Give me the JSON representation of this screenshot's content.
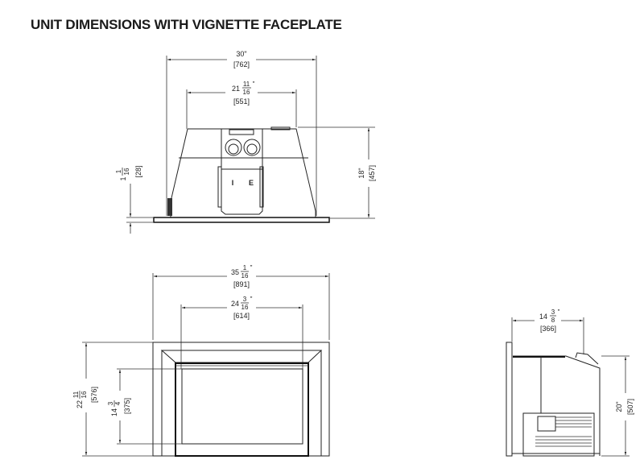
{
  "title": "UNIT DIMENSIONS WITH VIGNETTE FACEPLATE",
  "top_view": {
    "overall_width": {
      "whole": "30\"",
      "metric": "[762]"
    },
    "body_width": {
      "whole": "21",
      "num": "11",
      "den": "16",
      "unit": "\"",
      "metric": "[551]"
    },
    "height": {
      "whole": "18\"",
      "metric": "[457]"
    },
    "faceplate_offset": {
      "whole": "1",
      "num": "1",
      "den": "16",
      "unit": "\"",
      "metric": "[28]"
    },
    "connection_labels": [
      "I",
      "E"
    ]
  },
  "front_view": {
    "overall_width": {
      "whole": "35",
      "num": "1",
      "den": "16",
      "unit": "\"",
      "metric": "[891]"
    },
    "opening_width": {
      "whole": "24",
      "num": "3",
      "den": "16",
      "unit": "\"",
      "metric": "[614]"
    },
    "overall_height": {
      "whole": "22",
      "num": "11",
      "den": "16",
      "unit": "\"",
      "metric": "[576]"
    },
    "opening_height": {
      "whole": "14",
      "num": "3",
      "den": "4",
      "unit": "\"",
      "metric": "[375]"
    }
  },
  "side_view": {
    "depth": {
      "whole": "14",
      "num": "3",
      "den": "8",
      "unit": "\"",
      "metric": "[366]"
    },
    "height": {
      "whole": "20\"",
      "metric": "[507]"
    }
  }
}
